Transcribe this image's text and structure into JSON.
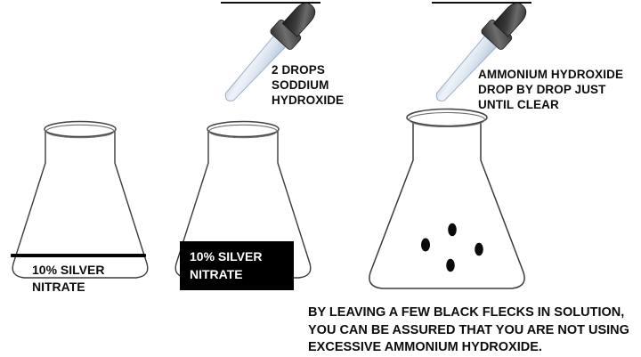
{
  "diagram": {
    "title": "Silver nitrate / ammonium hydroxide titration steps",
    "colors": {
      "outline": "#3b3b3b",
      "bulb_dark": "#2b2b2b",
      "bulb_mid": "#4a4a4a",
      "bulb_light": "#7d7d7d",
      "glass_tint": "#dce6f2",
      "fleck": "#0a0a0a",
      "text": "#0d0d0d",
      "plate_bg": "#000000",
      "plate_text": "#ffffff"
    }
  },
  "steps": [
    {
      "id": "step-1",
      "flask_label": "10% SILVER\nNITRATE",
      "label_style": "plain",
      "has_dropper": false,
      "has_flecks": false,
      "liquid_level": true
    },
    {
      "id": "step-2",
      "flask_label": "10% SILVER\nNITRATE",
      "label_style": "black-plate",
      "has_dropper": true,
      "dropper_callout": "2 DROPS\nSODDIUM\nHYDROXIDE",
      "has_flecks": false,
      "liquid_level": false
    },
    {
      "id": "step-3",
      "flask_label": "",
      "label_style": "none",
      "has_dropper": true,
      "dropper_callout": "AMMONIUM HYDROXIDE\nDROP BY DROP JUST\nUNTIL CLEAR",
      "has_flecks": true,
      "fleck_count": 4,
      "liquid_level": false
    }
  ],
  "bottom_note": "BY LEAVING A FEW BLACK FLECKS IN SOLUTION,\nYOU CAN BE ASSURED THAT YOU ARE NOT USING\nEXCESSIVE AMMONIUM HYDROXIDE."
}
